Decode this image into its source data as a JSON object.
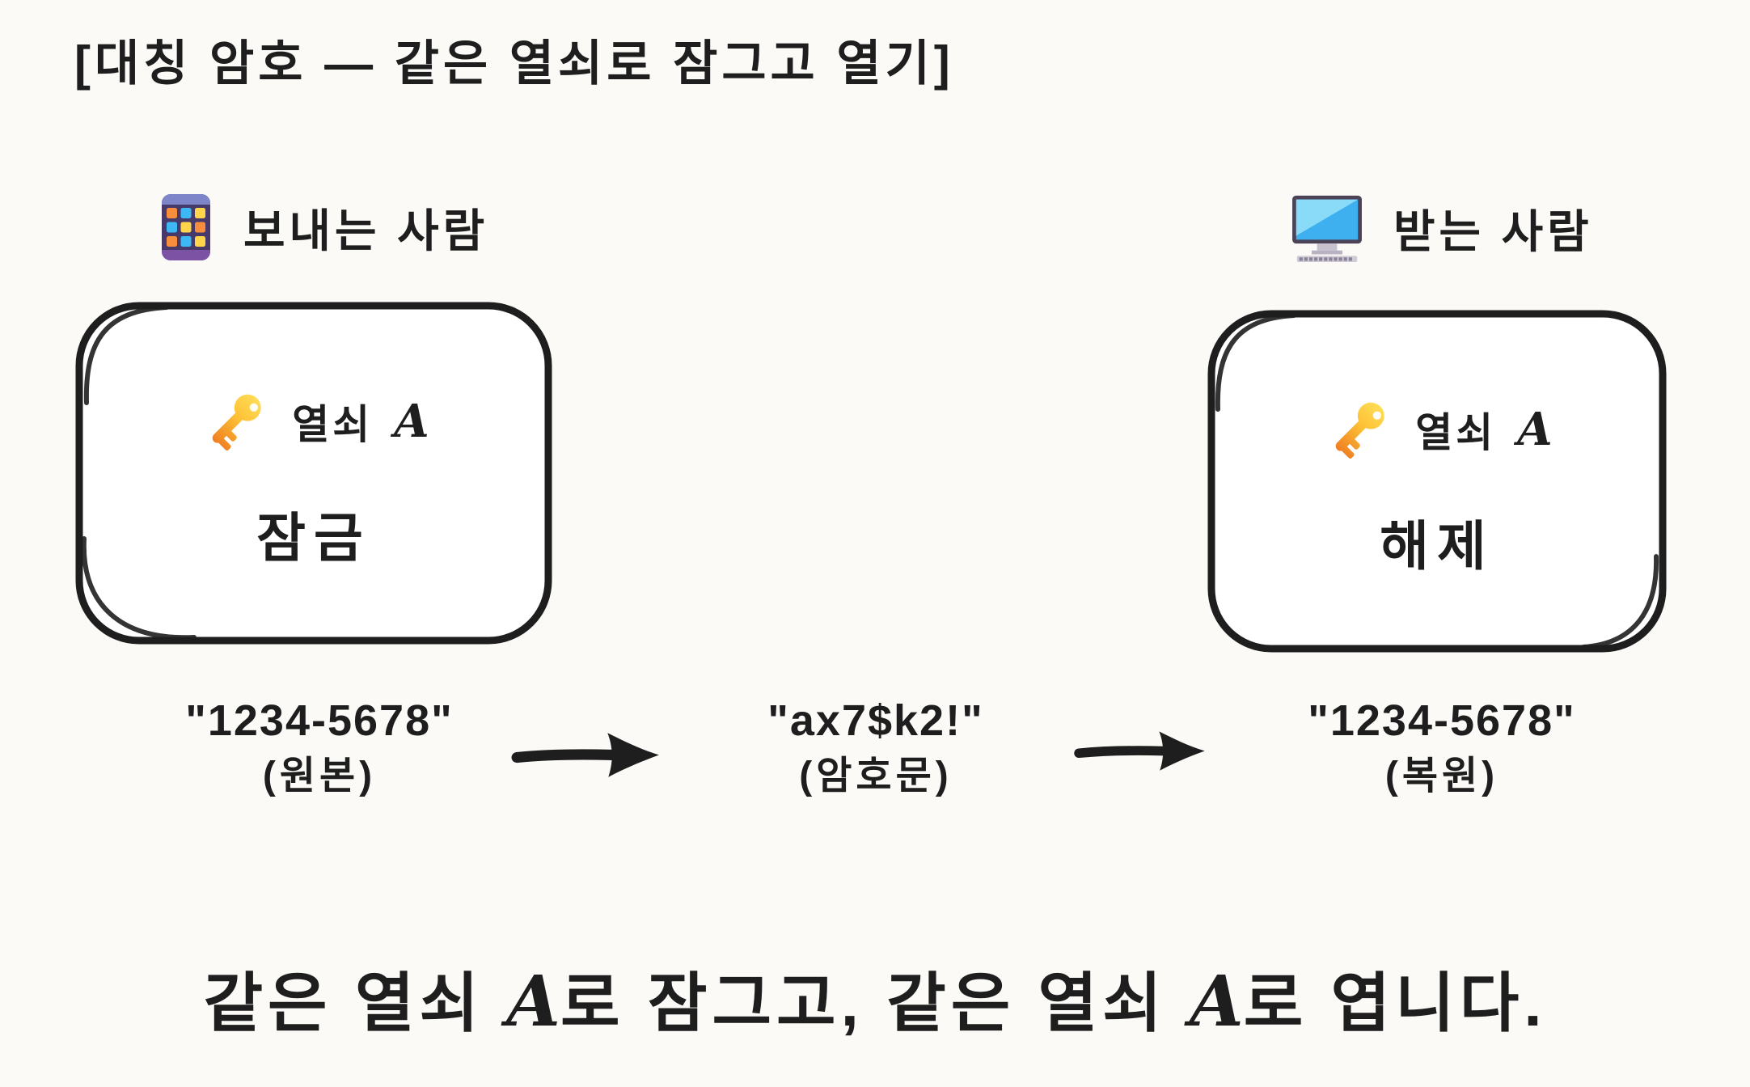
{
  "title": "[대칭 암호 — 같은 열쇠로 잠그고 열기]",
  "colors": {
    "ink": "#1e1e1e",
    "background": "#fbfaf7",
    "key_yellow": "#FFDD55",
    "key_orange": "#EE7E22",
    "phone_purple": "#473A6B",
    "screen_blue": "#3FB0EF"
  },
  "icons": {
    "sender": "mobile-phone-icon",
    "receiver": "desktop-computer-icon",
    "key": "key-icon",
    "flow": "arrow-right"
  },
  "sender": {
    "label": "보내는 사람",
    "box": {
      "key_label": "열쇠",
      "key_name": "A",
      "action": "잠금"
    },
    "output": {
      "value": "\"1234-5678\"",
      "caption": "(원본)"
    }
  },
  "cipher": {
    "value": "\"ax7$k2!\"",
    "caption": "(암호문)"
  },
  "receiver": {
    "label": "받는 사람",
    "box": {
      "key_label": "열쇠",
      "key_name": "A",
      "action": "해제"
    },
    "output": {
      "value": "\"1234-5678\"",
      "caption": "(복원)"
    }
  },
  "footer": {
    "part1": "같은 열쇠 ",
    "key1": "A",
    "part2": "로 잠그고, 같은 열쇠 ",
    "key2": "A",
    "part3": "로 엽니다."
  }
}
